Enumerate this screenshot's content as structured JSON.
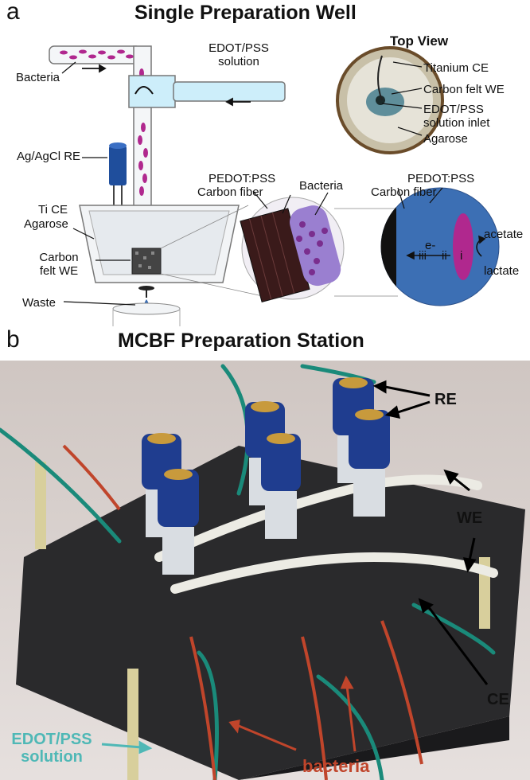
{
  "panel_a": {
    "letter": "a",
    "title": "Single Preparation Well",
    "labels": {
      "bacteria": "Bacteria",
      "edot_line1": "EDOT/PSS",
      "edot_line2": "solution",
      "agcl_re": "Ag/AgCl RE",
      "ti_ce": "Ti CE",
      "agarose": "Agarose",
      "cf_we_line1": "Carbon",
      "cf_we_line2": "felt WE",
      "waste": "Waste",
      "zoom_pedot": "PEDOT:PSS",
      "zoom_carbon": "Carbon fiber",
      "zoom_bacteria": "Bacteria",
      "circle_pedot": "PEDOT:PSS",
      "circle_carbon": "Carbon fiber",
      "e_minus": "e-",
      "acetate": "acetate",
      "lactate": "lactate",
      "step_i": "i",
      "step_ii": "ii",
      "step_iii": "iii"
    },
    "top_view": {
      "title": "Top View",
      "labels": [
        "Titanium CE",
        "Carbon felt WE",
        "EDOT/PSS",
        "solution inlet",
        "Agarose"
      ]
    },
    "colors": {
      "re_blue": "#1f4e9c",
      "bacteria_magenta": "#b0288e",
      "pedot_blue": "#3c6fb4",
      "solution_cyan": "#cdeefa"
    }
  },
  "panel_b": {
    "letter": "b",
    "title": "MCBF Preparation Station",
    "labels": {
      "re": "RE",
      "we": "WE",
      "ce": "CE",
      "edot_line1": "EDOT/PSS",
      "edot_line2": "solution",
      "bacteria": "bacteria"
    },
    "colors": {
      "edot_label": "#4fb8b6",
      "bacteria_label": "#c0452b",
      "tubing_green": "#1a8a7a"
    }
  }
}
